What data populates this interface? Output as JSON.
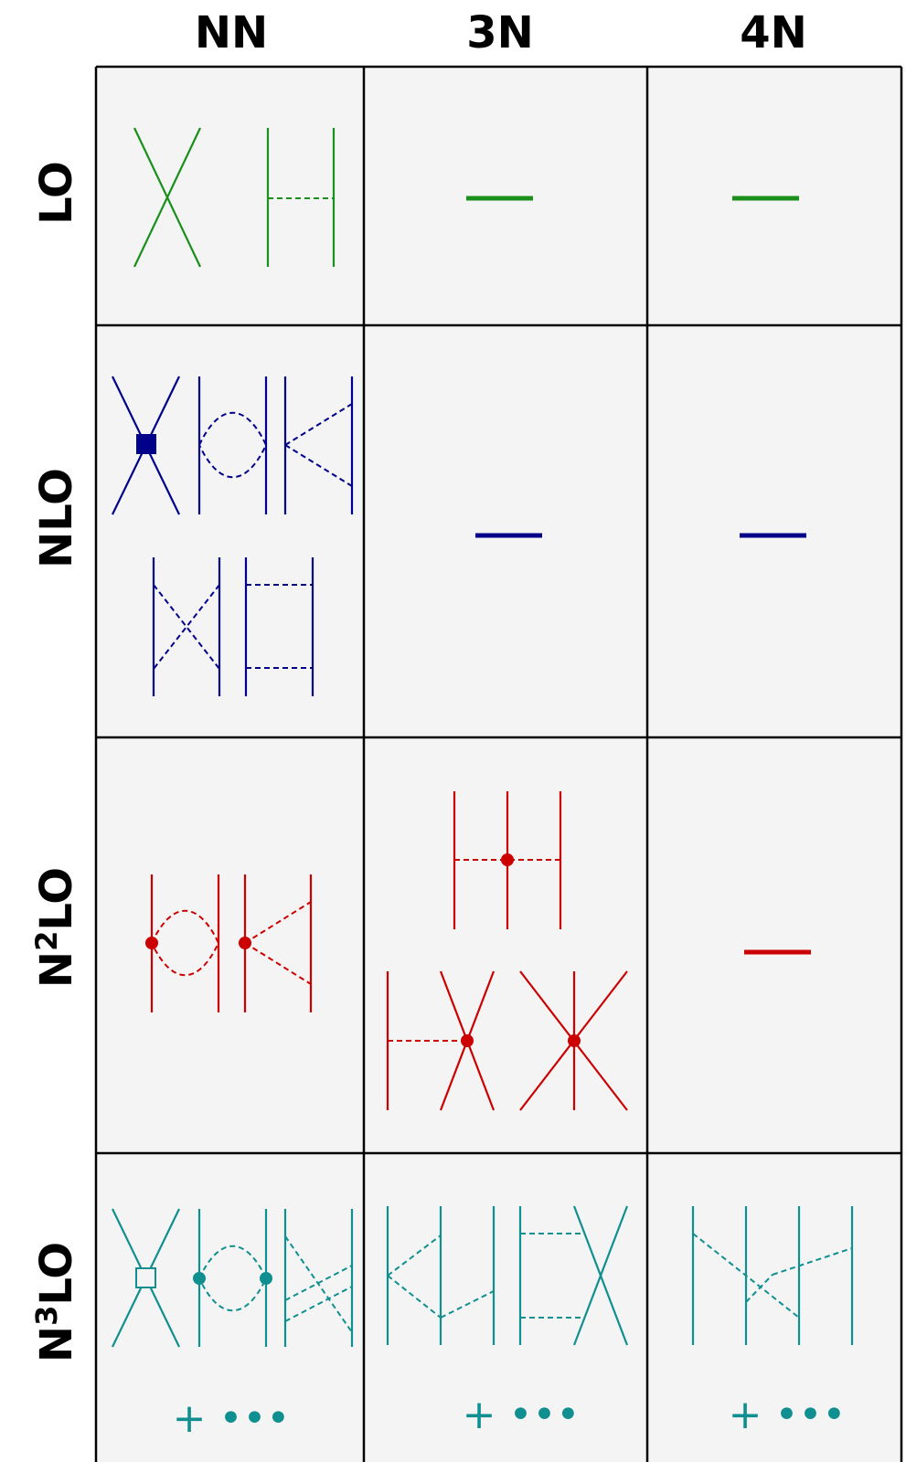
{
  "columns": [
    "NN",
    "3N",
    "4N"
  ],
  "rows": [
    {
      "label": "LO",
      "label_sup": ""
    },
    {
      "label": "NLO",
      "label_sup": ""
    },
    {
      "label_pre": "N",
      "label_sup": "2",
      "label_post": "LO"
    },
    {
      "label_pre": "N",
      "label_sup": "3",
      "label_post": "LO"
    }
  ],
  "more_terms": "+ •••",
  "colors": {
    "LO": "#1a8f1a",
    "NLO": "#00008b",
    "N2LO": "#cc0000",
    "N3LO": "#0f8f8f",
    "cell_background": "#f4f4f5"
  }
}
